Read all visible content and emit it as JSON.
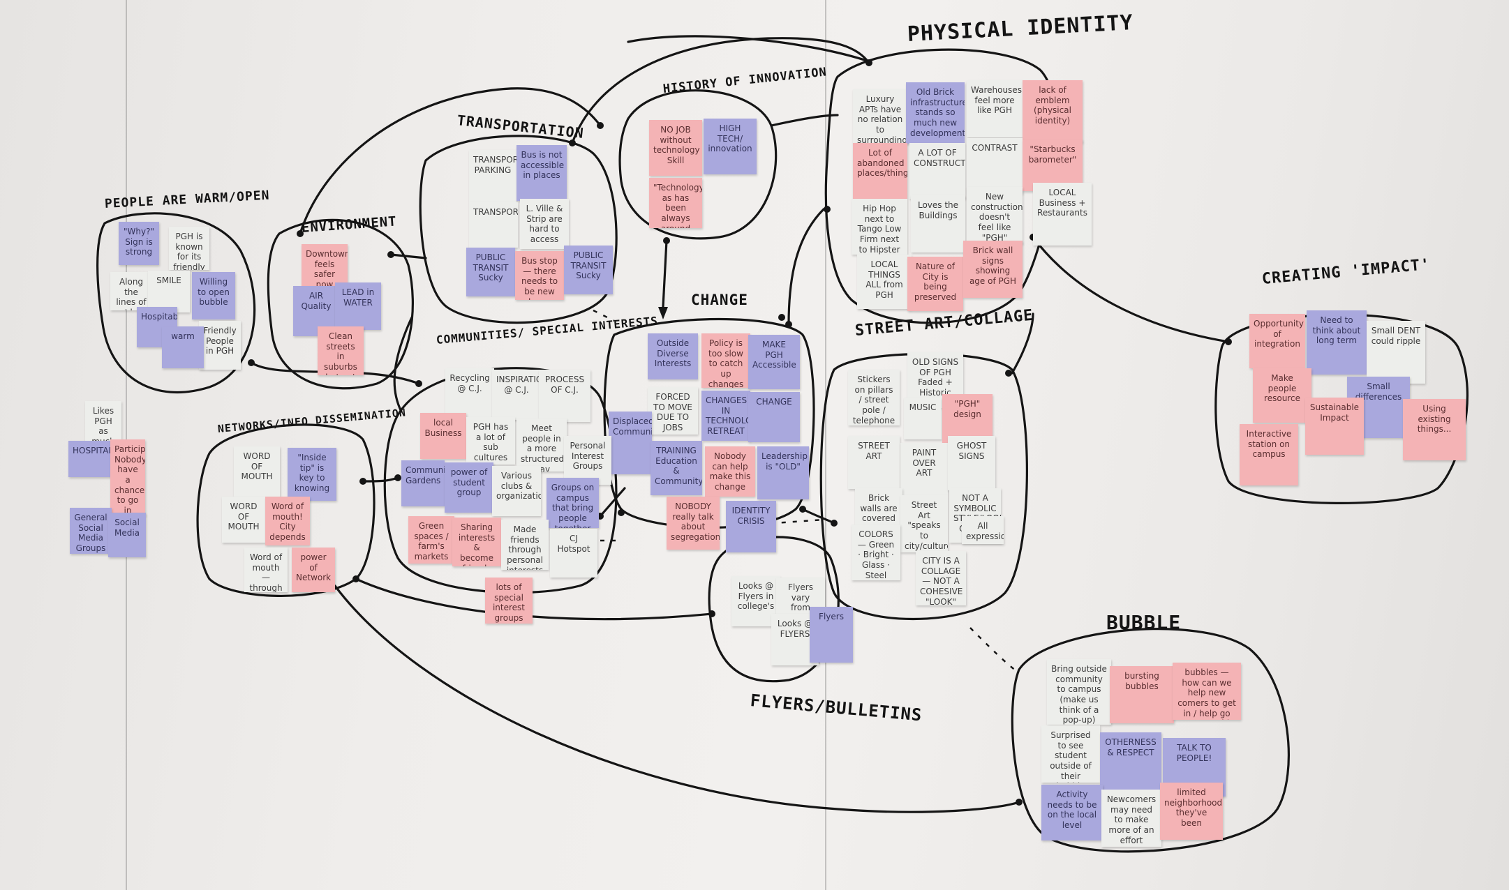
{
  "clusters": {
    "people": "PEOPLE ARE WARM/OPEN",
    "environment": "ENVIRONMENT",
    "transportation": "TRANSPORTATION",
    "history": "HISTORY OF INNOVATION",
    "physical": "PHYSICAL IDENTITY",
    "change": "CHANGE",
    "community": "COMMUNITIES/ SPECIAL INTERESTS",
    "networks": "NETWORKS/INFO DISSEMINATION",
    "street": "STREET ART/COLLAGE",
    "impact": "CREATING 'IMPACT'",
    "bubble": "BUBBLE",
    "flyers": "FLYERS/BULLETINS"
  },
  "notes": {
    "p1": "\"Why?\" Sign is strong",
    "p2": "PGH is known for its friendly",
    "p3": "Along the lines of 'do something'",
    "p4": "SMILE",
    "p5": "Willing to open bubble",
    "p6": "Hospitable",
    "p7": "Friendly People in PGH",
    "p8": "warm",
    "e1": "Downtown feels safer now than before",
    "e2": "AIR Quality",
    "e3": "LEAD in WATER",
    "e4": "Clean streets in suburbs but not city",
    "t1": "TRANSPORTATION PARKING",
    "t2": "Bus is not accessible in places",
    "t3": "TRANSPORTATION",
    "t4": "L. Ville & Strip are hard to access",
    "t5": "PUBLIC TRANSIT Sucky",
    "t6": "Bus stop — there needs to be new lanes",
    "t7": "PUBLIC TRANSIT Sucky",
    "h1": "NO JOB without technology Skill",
    "h2": "HIGH TECH/ innovation",
    "h3": "\"Technology\" as has been always around",
    "ph1": "Luxury APTs have no relation to surrounding",
    "ph2": "Old Brick infrastructure stands so much new development",
    "ph3": "Warehouses feel more like PGH",
    "ph4": "lack of emblem (physical identity)",
    "ph5": "Lot of abandoned places/things",
    "ph6": "A LOT OF CONSTRUCTION",
    "ph7": "CONTRAST",
    "ph8": "\"Starbucks barometer\"",
    "ph9": "Hip Hop next to Tango Low Firm next to Hipster Tacos",
    "ph10": "Loves the Buildings",
    "ph11": "New construction doesn't feel like \"PGH\"",
    "ph12": "LOCAL Business + Restaurants",
    "ph13": "LOCAL THINGS ALL from PGH",
    "ph14": "Nature of City is being preserved",
    "ph15": "Brick wall signs showing age of PGH",
    "c1": "Outside Diverse Interests",
    "c2": "Policy is too slow to catch up changes",
    "c3": "MAKE PGH Accessible",
    "c4": "FORCED TO MOVE DUE TO JOBS",
    "c5": "CHANGES IN TECHNOLOGY RETREAT",
    "c6": "CHANGE",
    "c7": "Displaced Community",
    "c8": "TRAINING Education & Community",
    "c9": "Nobody can help make this change",
    "c10": "Leadership is \"OLD\"",
    "c11": "NOBODY really talk about segregation",
    "c12": "IDENTITY CRISIS",
    "s1": "Recycling @ C.J.",
    "s2": "INSPIRATION @ C.J.",
    "s3": "PROCESS OF C.J.",
    "s4": "local Business",
    "s5": "PGH has a lot of sub cultures",
    "s6": "Meet people in a more structured way",
    "s7": "Personal Interest Groups",
    "s8": "Community Gardens",
    "s9": "power of student group",
    "s10": "Various clubs & organizations",
    "s11": "Groups on campus that bring people together",
    "s12": "Green spaces / farm's markets",
    "s13": "Sharing interests & become friends",
    "s14": "Made friends through personal interests",
    "s15": "CJ Hotspot",
    "s16": "lots of special interest groups",
    "n1": "WORD OF MOUTH",
    "n2": "\"Inside tip\" is key to knowing",
    "n3": "WORD OF MOUTH",
    "n4": "Word of mouth! City depends on relationships",
    "n5": "Word of mouth — through your own networks",
    "n6": "power of Network",
    "l1": "Likes PGH as much with family",
    "l2": "HOSPITAL",
    "l3": "Participant? Nobody have a chance to go in through...",
    "l4": "General Social Media Groups",
    "l5": "Social Media",
    "st1": "Stickers on pillars / street pole / telephone pole",
    "st2": "OLD SIGNS OF PGH Faded + Historic",
    "st3": "MUSIC",
    "st4": "\"PGH\" design",
    "st5": "STREET ART",
    "st6": "PAINT OVER ART",
    "st7": "GHOST SIGNS",
    "st8": "Brick walls are covered up",
    "st9": "Street Art \"speaks to city/culture\"",
    "st10": "NOT A SYMBOLIC STYLE/LOOK OF PGH",
    "st11": "COLORS — Green · Bright · Glass · Steel",
    "st12": "CITY IS A COLLAGE — NOT A COHESIVE \"LOOK\"",
    "st13": "All expression",
    "im1": "Opportunity of integration",
    "im2": "Need to think about long term",
    "im3": "Small DENT could ripple",
    "im4": "Make people resource",
    "im5": "Small differences",
    "im6": "Sustainable Impact",
    "im7": "Using existing things...",
    "im8": "Interactive station on campus",
    "b1": "Bring outside community to campus (make us think of a pop-up)",
    "b2": "bursting bubbles",
    "b3": "bubbles — how can we help new comers to get in / help go more outside to pop it",
    "b4": "Surprised to see student outside of their 'bubble'",
    "b5": "OTHERNESS & RESPECT",
    "b6": "TALK TO PEOPLE!",
    "b7": "Activity needs to be on the local level",
    "b8": "Newcomers may need to make more of an effort",
    "b9": "limited neighborhood they've been",
    "f1": "Looks @ Flyers in college's",
    "f2": "Flyers vary from community to community",
    "f3": "Looks @ FLYERS",
    "f4": "Flyers"
  },
  "colors": {
    "blue": "#a9a8dd",
    "pink": "#f4b3b5",
    "white": "#edeeeb",
    "ink": "#141414"
  }
}
